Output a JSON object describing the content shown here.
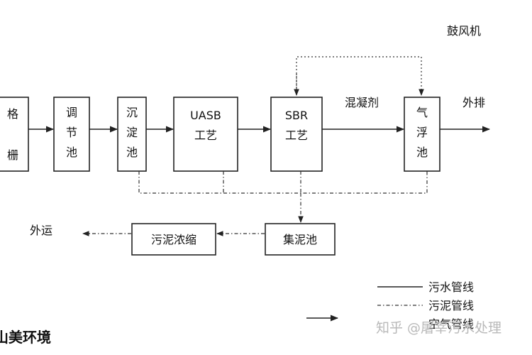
{
  "blower_label": "鼓风机",
  "coagulant_label": "混凝剂",
  "discharge_label": "外排",
  "haul_label": "外运",
  "units": {
    "screen": [
      "格",
      "栅"
    ],
    "equalization": [
      "调",
      "节",
      "池"
    ],
    "sedimentation": [
      "沉",
      "淀",
      "池"
    ],
    "uasb": [
      "UASB",
      "工艺"
    ],
    "sbr": [
      "SBR",
      "工艺"
    ],
    "flotation": [
      "气",
      "浮",
      "池"
    ],
    "sludge_collection": "集泥池",
    "sludge_thickening": "污泥浓缩"
  },
  "legend": {
    "sewage_pipe": "污水管线",
    "sludge_pipe": "污泥管线",
    "gas_pipe": "空气管线"
  },
  "watermark": "知乎 @屠宰污水处理",
  "footer_text": "山美环境"
}
